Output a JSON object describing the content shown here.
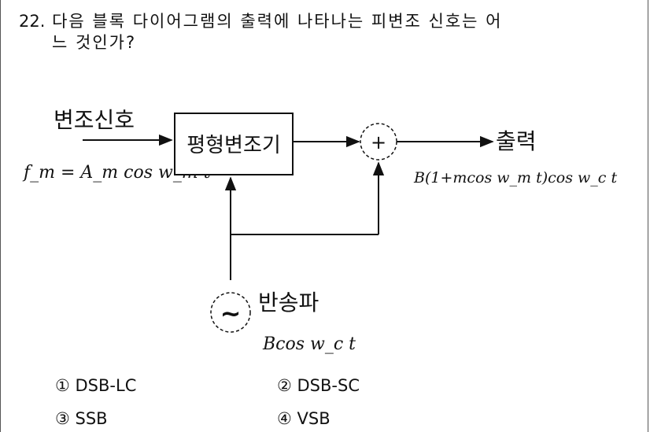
{
  "question": {
    "number": "22.",
    "line1": "다음 블록 다이어그램의 출력에 나타나는 피변조 신호는 어",
    "line2": "느 것인가?"
  },
  "diagram": {
    "input_label": "변조신호",
    "input_formula": "f_m = A_m cos w_m t",
    "modulator_label": "평형변조기",
    "adder_symbol": "+",
    "output_label": "출력",
    "output_formula": "B(1+mcos w_m t)cos w_c t",
    "carrier_symbol": "~",
    "carrier_label": "반송파",
    "carrier_formula": "Bcos w_c t"
  },
  "choices": [
    {
      "marker": "①",
      "text": "DSB-LC"
    },
    {
      "marker": "②",
      "text": "DSB-SC"
    },
    {
      "marker": "③",
      "text": "SSB"
    },
    {
      "marker": "④",
      "text": "VSB"
    }
  ]
}
